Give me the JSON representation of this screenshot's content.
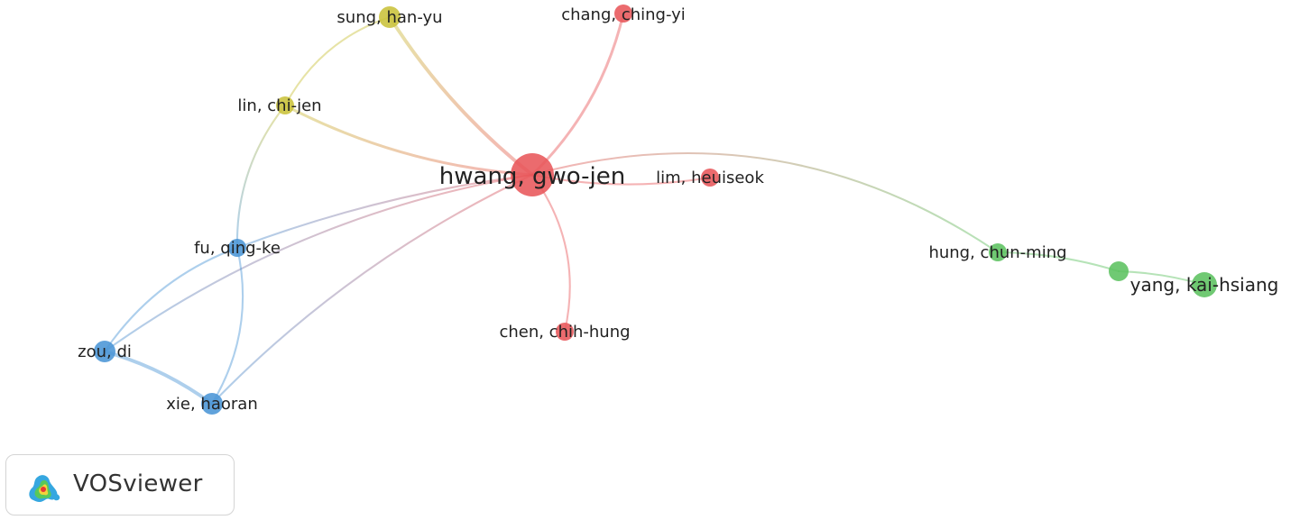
{
  "colors": {
    "red": "#e8575a",
    "yellow": "#c9c13a",
    "blue": "#4a95d6",
    "green": "#5cc160"
  },
  "nodes": [
    {
      "id": "hwang",
      "label": "hwang, gwo-jen",
      "cluster": "red",
      "weight": 10
    },
    {
      "id": "chang",
      "label": "chang, ching-yi",
      "cluster": "red",
      "weight": 3
    },
    {
      "id": "lim",
      "label": "lim, heuiseok",
      "cluster": "red",
      "weight": 3
    },
    {
      "id": "chen",
      "label": "chen, chih-hung",
      "cluster": "red",
      "weight": 3
    },
    {
      "id": "sung",
      "label": "sung, han-yu",
      "cluster": "yellow",
      "weight": 4
    },
    {
      "id": "lin",
      "label": "lin, chi-jen",
      "cluster": "yellow",
      "weight": 3
    },
    {
      "id": "fu",
      "label": "fu, qing-ke",
      "cluster": "blue",
      "weight": 3
    },
    {
      "id": "zou",
      "label": "zou, di",
      "cluster": "blue",
      "weight": 4
    },
    {
      "id": "xie",
      "label": "xie, haoran",
      "cluster": "blue",
      "weight": 4
    },
    {
      "id": "hung",
      "label": "hung, chun-ming",
      "cluster": "green",
      "weight": 3
    },
    {
      "id": "unlabeled",
      "label": "",
      "cluster": "green",
      "weight": 3
    },
    {
      "id": "yang",
      "label": "yang, kai-hsiang",
      "cluster": "green",
      "weight": 5
    }
  ],
  "edges": [
    {
      "from": "hwang",
      "to": "sung",
      "strength": 3
    },
    {
      "from": "hwang",
      "to": "chang",
      "strength": 2
    },
    {
      "from": "hwang",
      "to": "lin",
      "strength": 2
    },
    {
      "from": "hwang",
      "to": "lim",
      "strength": 1
    },
    {
      "from": "hwang",
      "to": "chen",
      "strength": 1
    },
    {
      "from": "hwang",
      "to": "fu",
      "strength": 1
    },
    {
      "from": "hwang",
      "to": "xie",
      "strength": 1
    },
    {
      "from": "hwang",
      "to": "zou",
      "strength": 1
    },
    {
      "from": "hwang",
      "to": "hung",
      "strength": 1
    },
    {
      "from": "sung",
      "to": "lin",
      "strength": 1
    },
    {
      "from": "lin",
      "to": "fu",
      "strength": 1
    },
    {
      "from": "fu",
      "to": "zou",
      "strength": 1
    },
    {
      "from": "fu",
      "to": "xie",
      "strength": 1
    },
    {
      "from": "zou",
      "to": "xie",
      "strength": 3
    },
    {
      "from": "hung",
      "to": "unlabeled",
      "strength": 1
    },
    {
      "from": "unlabeled",
      "to": "yang",
      "strength": 1
    }
  ],
  "badge": {
    "text": "VOSviewer"
  }
}
